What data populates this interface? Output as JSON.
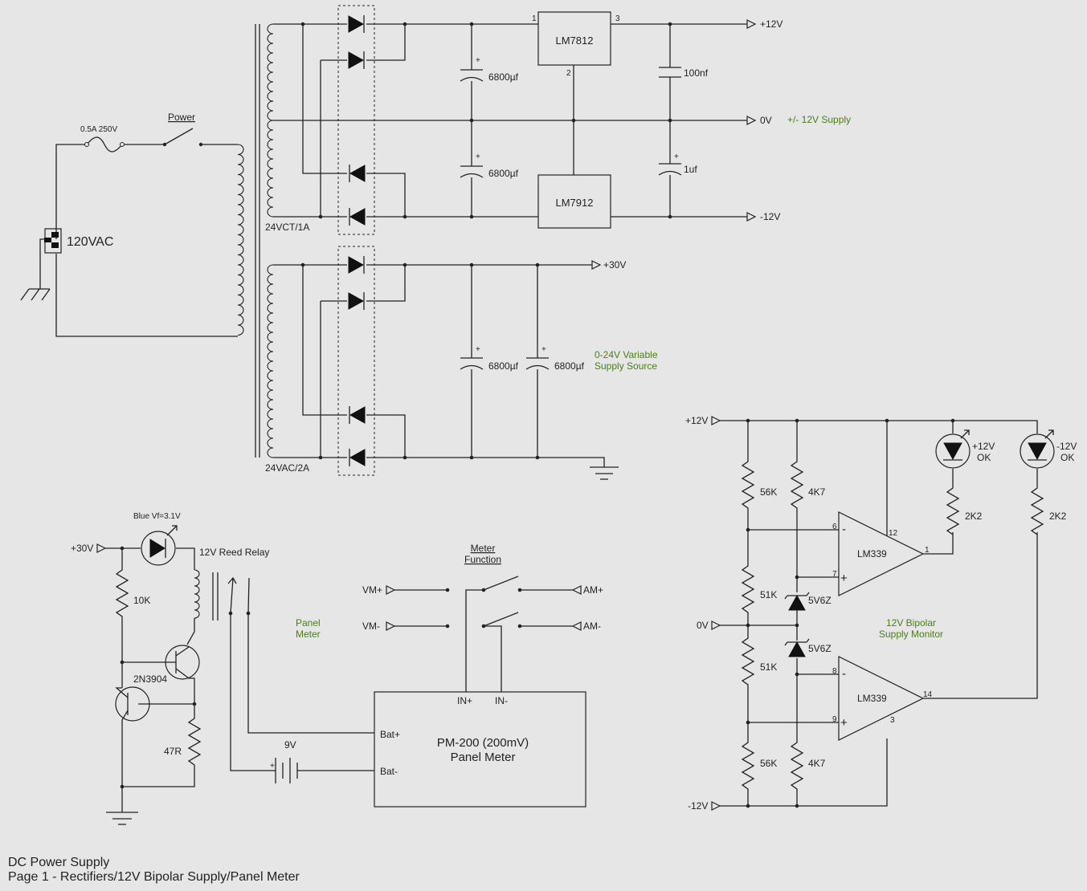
{
  "power_section": {
    "fuse_label": "0.5A 250V",
    "switch_label": "Power",
    "mains_label": "120VAC",
    "transformer_top_label": "24VCT/1A",
    "transformer_bottom_label": "24VAC/2A"
  },
  "bipolar_supply": {
    "cap_top": "6800µf",
    "cap_bottom": "6800µf",
    "reg_pos": "LM7812",
    "reg_neg": "LM7912",
    "reg_pin_1": "1",
    "reg_pin_2": "2",
    "reg_pin_3": "3",
    "cap_100nf": "100nf",
    "cap_1uf": "1uf",
    "out_pos": "+12V",
    "out_zero": "0V",
    "out_neg": "-12V",
    "note": "+/- 12V Supply"
  },
  "variable_supply": {
    "cap_1": "6800µf",
    "cap_2": "6800µf",
    "out": "+30V",
    "note_line1": "0-24V Variable",
    "note_line2": "Supply Source"
  },
  "panel_meter": {
    "in_label": "+30V",
    "led_label": "Blue Vf=3.1V",
    "relay_label": "12V Reed Relay",
    "r_10k": "10K",
    "transistor": "2N3904",
    "r_47": "47R",
    "battery": "9V",
    "note_line1": "Panel",
    "note_line2": "Meter",
    "function_line1": "Meter",
    "function_line2": "Function",
    "vm_plus": "VM+",
    "vm_minus": "VM-",
    "am_plus": "AM+",
    "am_minus": "AM-",
    "meter_name_line1": "PM-200 (200mV)",
    "meter_name_line2": "Panel Meter",
    "pin_in_plus": "IN+",
    "pin_in_minus": "IN-",
    "pin_bat_plus": "Bat+",
    "pin_bat_minus": "Bat-"
  },
  "monitor": {
    "rail_pos": "+12V",
    "rail_zero": "0V",
    "rail_neg": "-12V",
    "r_56k_top": "56K",
    "r_4k7_top": "4K7",
    "r_51k_top": "51K",
    "r_51k_bottom": "51K",
    "r_56k_bottom": "56K",
    "r_4k7_bottom": "4K7",
    "zener_top": "5V6Z",
    "zener_bottom": "5V6Z",
    "comp_top": "LM339",
    "comp_bottom": "LM339",
    "pin_6": "6",
    "pin_7": "7",
    "pin_12": "12",
    "pin_1": "1",
    "pin_8": "8",
    "pin_9": "9",
    "pin_14": "14",
    "pin_3": "3",
    "r_2k2_a": "2K2",
    "r_2k2_b": "2K2",
    "led_pos_line1": "+12V",
    "led_pos_line2": "OK",
    "led_neg_line1": "-12V",
    "led_neg_line2": "OK",
    "note_line1": "12V Bipolar",
    "note_line2": "Supply Monitor"
  },
  "caption": {
    "line1": "DC Power Supply",
    "line2": "Page 1 - Rectifiers/12V Bipolar Supply/Panel Meter"
  },
  "colors": {
    "ink": "#222222",
    "background": "#e6e6e6",
    "note_green": "#4a7f12"
  }
}
